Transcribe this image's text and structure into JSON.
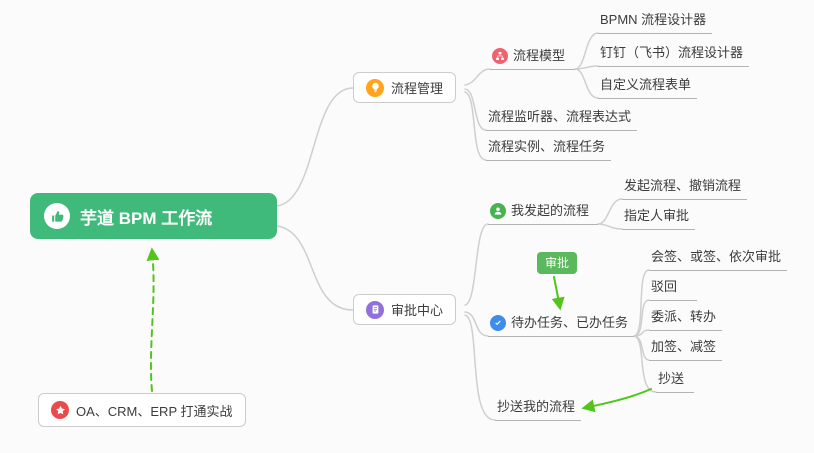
{
  "nodes": {
    "root": "芋道 BPM 工作流",
    "process_management": "流程管理",
    "process_model": "流程模型",
    "bpmn_designer": "BPMN 流程设计器",
    "dingtalk_feishu_designer": "钉钉（飞书）流程设计器",
    "custom_process_form": "自定义流程表单",
    "listener_expression": "流程监听器、流程表达式",
    "instance_task": "流程实例、流程任务",
    "approval_center": "审批中心",
    "my_initiated_process": "我发起的流程",
    "initiate_cancel_process": "发起流程、撤销流程",
    "designated_approver": "指定人审批",
    "approval_badge": "审批",
    "todo_done_tasks": "待办任务、已办任务",
    "countersign_orsign_sequential": "会签、或签、依次审批",
    "reject": "驳回",
    "delegate_transfer": "委派、转办",
    "add_reduce_sign": "加签、减签",
    "carbon_copy": "抄送",
    "cc_my_process": "抄送我的流程",
    "oa_crm_erp_practice": "OA、CRM、ERP 打通实战"
  },
  "icons": {
    "root": "thumbs-up-icon",
    "process_management": "lightbulb-icon",
    "process_model": "sitemap-icon",
    "approval_center": "document-icon",
    "my_initiated_process": "person-icon",
    "todo_done_tasks": "check-icon",
    "oa_crm_erp_practice": "star-icon"
  },
  "colors": {
    "root_bg": "#40BA7B",
    "node_border": "#CCCCCC",
    "branch_line": "#CFCFCF",
    "underline": "#B3B3B3",
    "text": "#3C3C3C",
    "arrow_green": "#52C41A",
    "badge_bg": "#5CB85C",
    "icon_orange": "#FFA41B",
    "icon_pink": "#F2616F",
    "icon_purple": "#9270DB",
    "icon_green": "#47B34F",
    "icon_blue": "#3F8CEB",
    "icon_red": "#E94B4B"
  }
}
